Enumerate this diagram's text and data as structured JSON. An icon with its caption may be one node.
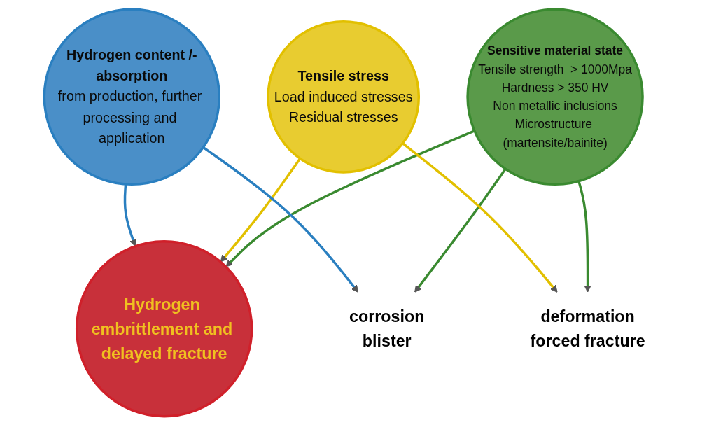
{
  "diagram": {
    "nodes": [
      {
        "text": [
          "Hydrogen content /-absorption",
          "from production, further processing and application"
        ]
      },
      {
        "text": [
          "Hydrogen embrittlement and delayed fracture"
        ]
      },
      {
        "text": [
          "Tensile stress",
          "Load induced stresses",
          "Residual stresses"
        ]
      },
      {
        "text": [
          "Sensitive material state",
          "Tensile strength  > 1000Mpa",
          "Hardness > 350 HV",
          "Non metallic inclusions",
          "Microstructure (martensite/bainite)"
        ]
      },
      {
        "text": [
          "corrosion",
          "blister"
        ]
      },
      {
        "text": [
          "deformation",
          "forced fracture"
        ]
      }
    ],
    "edges": [
      {
        "from": 0,
        "to": 1,
        "arrow": "to",
        "color": "#2a7fc0"
      },
      {
        "from": 2,
        "to": 1,
        "arrow": "to",
        "color": "#e2c000"
      },
      {
        "from": 3,
        "to": 1,
        "arrow": "to",
        "color": "#3a8a30"
      },
      {
        "from": 0,
        "to": 4,
        "arrow": "to",
        "color": "#2a7fc0"
      },
      {
        "from": 3,
        "to": 4,
        "arrow": "to",
        "color": "#3a8a30"
      },
      {
        "from": 2,
        "to": 5,
        "arrow": "to",
        "color": "#e2c000"
      },
      {
        "from": 3,
        "to": 5,
        "arrow": "to",
        "color": "#3a8a30"
      }
    ]
  }
}
